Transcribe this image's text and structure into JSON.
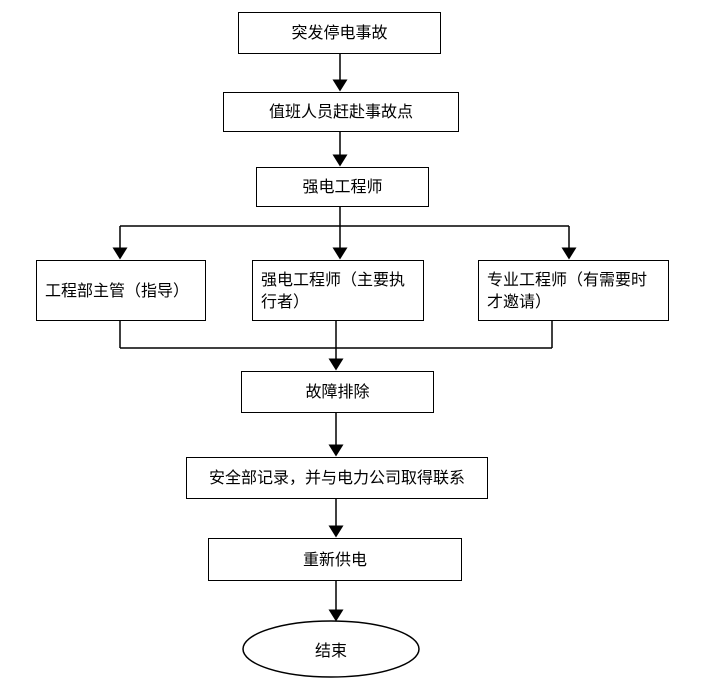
{
  "flowchart": {
    "n1": "突发停电事故",
    "n2": "值班人员赶赴事故点",
    "n3": "强电工程师",
    "n4": "工程部主管（指导）",
    "n5": "强电工程师（主要执行者）",
    "n6": "专业工程师（有需要时才邀请）",
    "n7": "故障排除",
    "n8": "安全部记录，并与电力公司取得联系",
    "n9": "重新供电",
    "n10": "结束"
  }
}
